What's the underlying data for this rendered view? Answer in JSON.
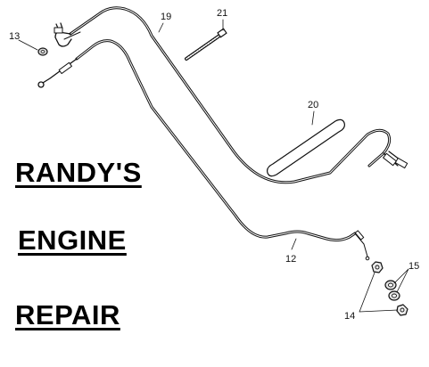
{
  "banner": {
    "line1": "RANDY'S",
    "line2": "ENGINE",
    "line3": "REPAIR"
  },
  "callouts": {
    "c12": "12",
    "c13": "13",
    "c14": "14",
    "c15": "15",
    "c19": "19",
    "c20": "20",
    "c21": "21"
  },
  "colors": {
    "ink": "#111111",
    "background": "#ffffff"
  }
}
